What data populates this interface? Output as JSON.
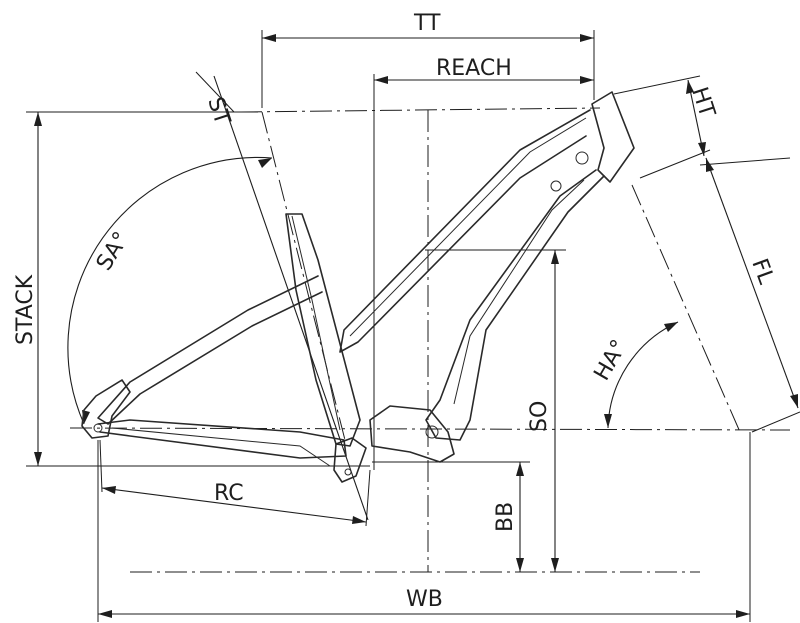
{
  "diagram": {
    "labels": {
      "tt": "TT",
      "reach": "REACH",
      "st": "ST",
      "ht": "HT",
      "stack": "STACK",
      "sa": "SA°",
      "fl": "FL",
      "ha": "HA°",
      "so": "SO",
      "rc": "RC",
      "bb": "BB",
      "wb": "WB"
    },
    "colors": {
      "line": "#1e1e1e",
      "background": "#ffffff"
    }
  }
}
